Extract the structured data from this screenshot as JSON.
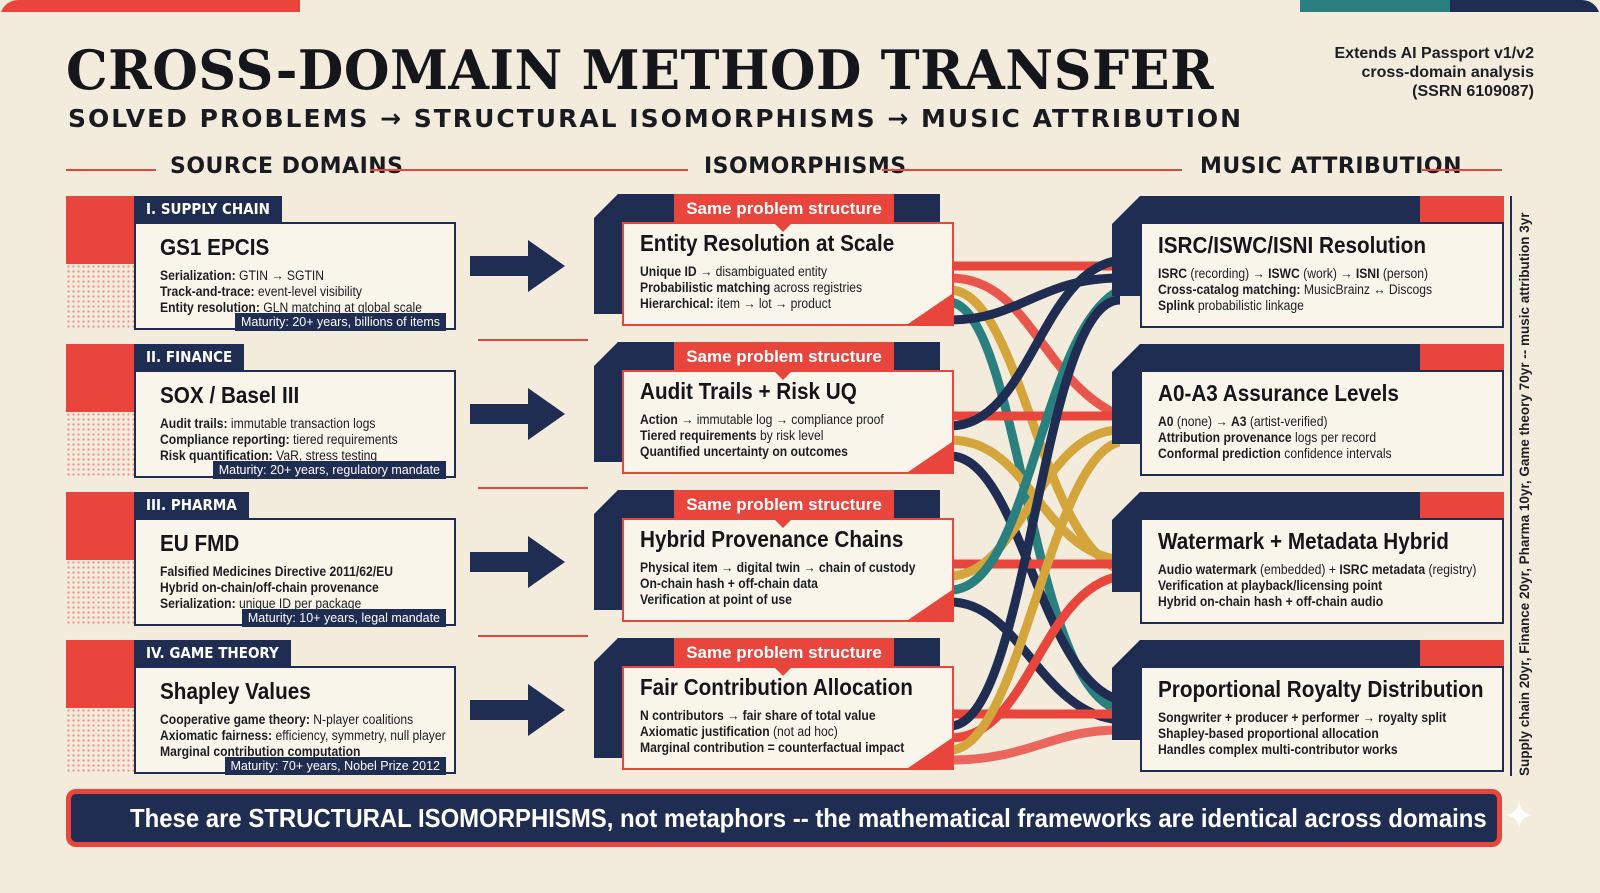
{
  "header": {
    "title": "CROSS-DOMAIN METHOD TRANSFER",
    "subtitle": "SOLVED PROBLEMS → STRUCTURAL ISOMORPHISMS → MUSIC ATTRIBUTION",
    "reference": [
      "Extends AI Passport v1/v2",
      "cross-domain analysis",
      "(SSRN 6109087)"
    ]
  },
  "columns": {
    "source": "SOURCE DOMAINS",
    "iso": "ISOMORPHISMS",
    "music": "MUSIC ATTRIBUTION"
  },
  "sources": [
    {
      "tag": "I. SUPPLY CHAIN",
      "title": "GS1 EPCIS",
      "lines": [
        {
          "bold": "Serialization:",
          "text": " GTIN → SGTIN"
        },
        {
          "bold": "Track-and-trace:",
          "text": " event-level visibility"
        },
        {
          "bold": "Entity resolution:",
          "text": " GLN matching at global scale"
        }
      ],
      "maturity": "Maturity: 20+ years, billions of items"
    },
    {
      "tag": "II. FINANCE",
      "title": "SOX / Basel III",
      "lines": [
        {
          "bold": "Audit trails:",
          "text": " immutable transaction logs"
        },
        {
          "bold": "Compliance reporting:",
          "text": " tiered requirements"
        },
        {
          "bold": "Risk quantification:",
          "text": " VaR, stress testing"
        }
      ],
      "maturity": "Maturity: 20+ years, regulatory mandate"
    },
    {
      "tag": "III. PHARMA",
      "title": "EU FMD",
      "lines": [
        {
          "bold": "Falsified Medicines Directive 2011/62/EU",
          "text": ""
        },
        {
          "bold": "Hybrid on-chain/off-chain provenance",
          "text": ""
        },
        {
          "bold": "Serialization:",
          "text": " unique ID per package"
        }
      ],
      "maturity": "Maturity: 10+ years, legal mandate"
    },
    {
      "tag": "IV. GAME THEORY",
      "title": "Shapley Values",
      "lines": [
        {
          "bold": "Cooperative game theory:",
          "text": " N-player coalitions"
        },
        {
          "bold": "Axiomatic fairness:",
          "text": " efficiency, symmetry, null player"
        },
        {
          "bold": "Marginal contribution computation",
          "text": ""
        }
      ],
      "maturity": "Maturity: 70+ years, Nobel Prize 2012"
    }
  ],
  "isomorphisms": [
    {
      "pill": "Same problem structure",
      "title": "Entity Resolution at Scale",
      "lines": [
        {
          "bold": "Unique ID",
          "text": " → disambiguated entity"
        },
        {
          "bold": "Probabilistic matching",
          "text": " across registries"
        },
        {
          "bold": "Hierarchical:",
          "text": " item → lot → product"
        }
      ]
    },
    {
      "pill": "Same problem structure",
      "title": "Audit Trails + Risk UQ",
      "lines": [
        {
          "bold": "Action",
          "text": " → immutable log → compliance proof"
        },
        {
          "bold": "Tiered requirements",
          "text": " by risk level"
        },
        {
          "bold": "Quantified uncertainty on outcomes",
          "text": ""
        }
      ]
    },
    {
      "pill": "Same problem structure",
      "title": "Hybrid Provenance Chains",
      "lines": [
        {
          "bold": "Physical item → digital twin → chain of custody",
          "text": ""
        },
        {
          "bold": "On-chain hash + off-chain data",
          "text": ""
        },
        {
          "bold": "Verification at point of use",
          "text": ""
        }
      ]
    },
    {
      "pill": "Same problem structure",
      "title": "Fair Contribution Allocation",
      "lines": [
        {
          "bold": "N contributors → fair share of total value",
          "text": ""
        },
        {
          "bold": "Axiomatic justification",
          "text": " (not ad hoc)"
        },
        {
          "bold": "Marginal contribution = counterfactual impact",
          "text": ""
        }
      ]
    }
  ],
  "music": [
    {
      "title": "ISRC/ISWC/ISNI Resolution",
      "lines": [
        {
          "bold": "ISRC",
          "text": " (recording) → "
        },
        {
          "bold": "",
          "text": ""
        },
        {
          "bold": "Splink",
          "text": " probabilistic linkage"
        }
      ],
      "line1_full": [
        [
          "ISRC",
          true
        ],
        [
          " (recording) → ",
          false
        ],
        [
          "ISWC",
          true
        ],
        [
          " (work) → ",
          false
        ],
        [
          "ISNI",
          true
        ],
        [
          " (person)",
          false
        ]
      ],
      "line2_full": [
        [
          "Cross-catalog matching:",
          true
        ],
        [
          " MusicBrainz ↔ Discogs",
          false
        ]
      ]
    },
    {
      "title": "A0-A3 Assurance Levels",
      "lines": [
        {
          "bold": "A0",
          "text": " (none) → "
        },
        {
          "bold": "Attribution provenance",
          "text": " logs per record"
        },
        {
          "bold": "Conformal prediction",
          "text": " confidence intervals"
        }
      ],
      "line1_full": [
        [
          "A0",
          true
        ],
        [
          " (none) → ",
          false
        ],
        [
          "A3",
          true
        ],
        [
          " (artist-verified)",
          false
        ]
      ]
    },
    {
      "title": "Watermark + Metadata Hybrid",
      "lines": [
        {
          "bold": "Audio watermark",
          "text": " (embedded) + "
        },
        {
          "bold": "Verification at playback/licensing point",
          "text": ""
        },
        {
          "bold": "Hybrid on-chain hash + off-chain audio",
          "text": ""
        }
      ],
      "line1_full": [
        [
          "Audio watermark",
          true
        ],
        [
          " (embedded) + ",
          false
        ],
        [
          "ISRC metadata",
          true
        ],
        [
          " (registry)",
          false
        ]
      ]
    },
    {
      "title": "Proportional Royalty Distribution",
      "lines": [
        {
          "bold": "Songwriter + producer + performer → royalty split",
          "text": ""
        },
        {
          "bold": "Shapley-based proportional allocation",
          "text": ""
        },
        {
          "bold": "Handles complex multi-contributor works",
          "text": ""
        }
      ]
    }
  ],
  "side_note": "Supply chain 20yr, Finance 20yr, Pharma 10yr, Game theory 70yr -- music attribution 3yr",
  "footer": "These are STRUCTURAL ISOMORPHISMS, not metaphors -- the mathematical frameworks are identical across domains",
  "colors": {
    "red": "#e8463d",
    "navy": "#1f2d52",
    "teal": "#2a7f7f",
    "gold": "#d4a53a",
    "cream": "#f3ecdc"
  }
}
